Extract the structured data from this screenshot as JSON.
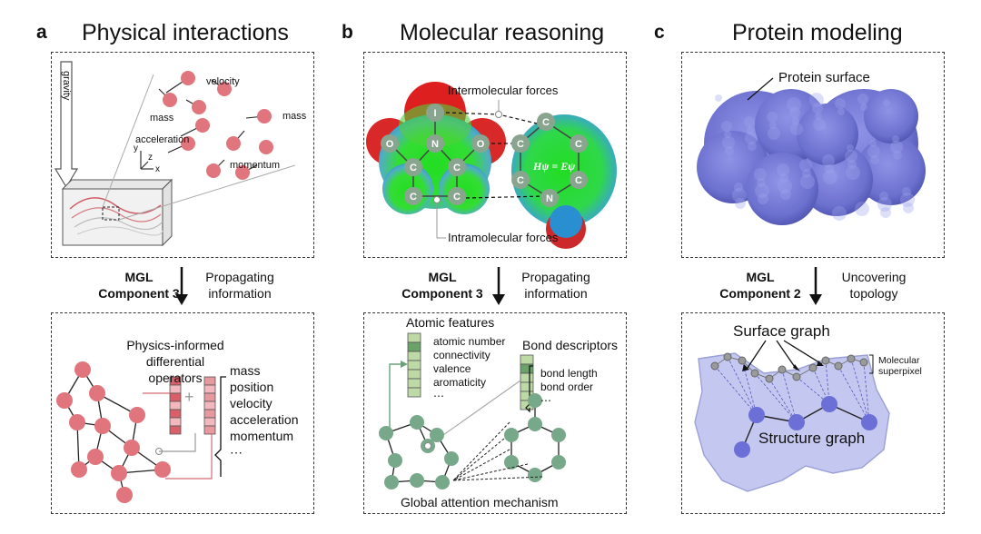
{
  "panels": [
    {
      "letter": "a",
      "title": "Physical interactions"
    },
    {
      "letter": "b",
      "title": "Molecular reasoning"
    },
    {
      "letter": "c",
      "title": "Protein modeling"
    }
  ],
  "panel_a": {
    "gravity": "gravity",
    "velocity": "velocity",
    "mass_left": "mass",
    "mass_right": "mass",
    "acceleration": "acceleration",
    "momentum": "momentum",
    "axis_x": "x",
    "axis_y": "y",
    "axis_z": "z",
    "mgl_line1": "MGL",
    "mgl_line2": "Component 3",
    "step_line1": "Propagating",
    "step_line2": "information",
    "operators_line1": "Physics-informed",
    "operators_line2": "differential operators",
    "features": [
      "mass",
      "position",
      "velocity",
      "acceleration",
      "momentum",
      "⋯"
    ],
    "plus": "+"
  },
  "panel_b": {
    "intermolecular": "Intermolecular forces",
    "intramolecular": "Intramolecular forces",
    "schrodinger": "Hψ = Eψ",
    "atoms_left": [
      "I",
      "O",
      "N",
      "O",
      "C",
      "C",
      "C",
      "C"
    ],
    "atoms_right": [
      "C",
      "C",
      "C",
      "C",
      "C",
      "N"
    ],
    "mgl_line1": "MGL",
    "mgl_line2": "Component 3",
    "step_line1": "Propagating",
    "step_line2": "information",
    "atomic_features_title": "Atomic features",
    "atomic_features": [
      "atomic number",
      "connectivity",
      "valence",
      "aromaticity",
      "⋯"
    ],
    "bond_title": "Bond descriptors",
    "bond_features": [
      "bond length",
      "bond order",
      "⋯"
    ],
    "attention": "Global attention mechanism"
  },
  "panel_c": {
    "surface_label": "Protein surface",
    "mgl_line1": "MGL",
    "mgl_line2": "Component 2",
    "step_line1": "Uncovering",
    "step_line2": "topology",
    "surface_graph": "Surface graph",
    "superpixel_line1": "Molecular",
    "superpixel_line2": "superpixel",
    "structure_graph": "Structure graph"
  },
  "colors": {
    "node_red": "#e0757d",
    "node_green": "#78a88a",
    "node_blue": "#6b6fd6",
    "protein": "#7d82d8",
    "feature_green": "#bcd9a6",
    "feature_red": "#f3b8bd"
  }
}
